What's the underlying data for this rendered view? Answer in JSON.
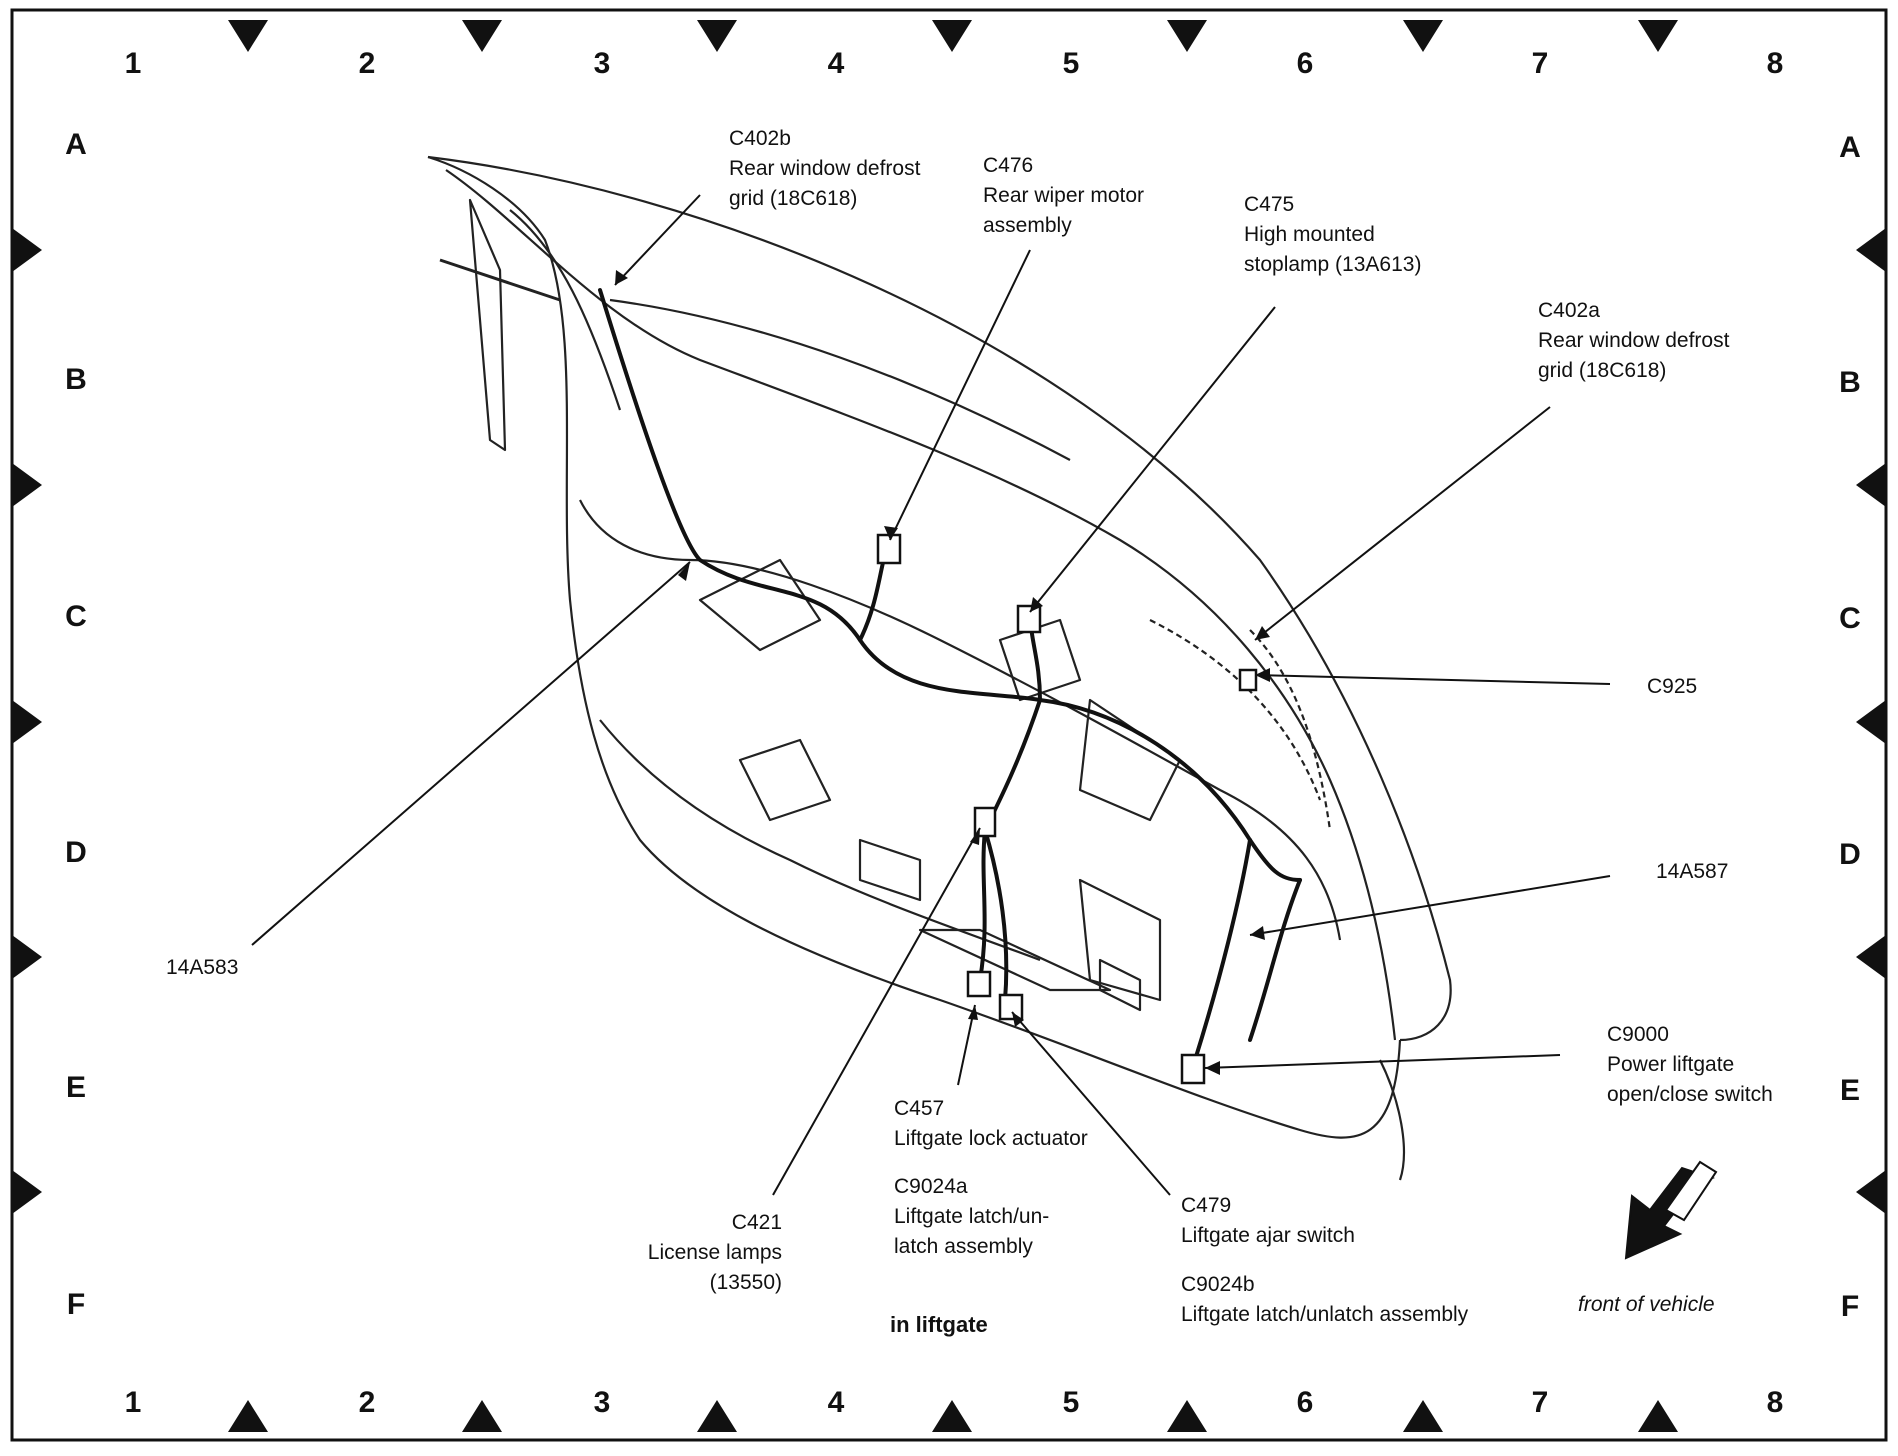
{
  "grid": {
    "columns": [
      "1",
      "2",
      "3",
      "4",
      "5",
      "6",
      "7",
      "8"
    ],
    "rows": [
      "A",
      "B",
      "C",
      "D",
      "E",
      "F"
    ]
  },
  "callouts": {
    "c402b": {
      "code": "C402b",
      "line1": "Rear window defrost",
      "line2": "grid (18C618)"
    },
    "c476": {
      "code": "C476",
      "line1": "Rear wiper motor",
      "line2": "assembly"
    },
    "c475": {
      "code": "C475",
      "line1": "High mounted",
      "line2": "stoplamp (13A613)"
    },
    "c402a": {
      "code": "C402a",
      "line1": "Rear window defrost",
      "line2": "grid (18C618)"
    },
    "c925": {
      "code": "C925"
    },
    "w14a587": {
      "code": "14A587"
    },
    "w14a583": {
      "code": "14A583"
    },
    "c9000": {
      "code": "C9000",
      "line1": "Power liftgate",
      "line2": "open/close switch"
    },
    "c457": {
      "code": "C457",
      "line1": "Liftgate lock actuator"
    },
    "c9024a": {
      "code": "C9024a",
      "line1": "Liftgate latch/un-",
      "line2": "latch assembly"
    },
    "c421": {
      "code": "C421",
      "line1": "License lamps",
      "line2": "(13550)"
    },
    "c479": {
      "code": "C479",
      "line1": "Liftgate ajar switch"
    },
    "c9024b": {
      "code": "C9024b",
      "line1": "Liftgate latch/unlatch assembly"
    }
  },
  "caption": "in liftgate",
  "orientation": "front of vehicle"
}
